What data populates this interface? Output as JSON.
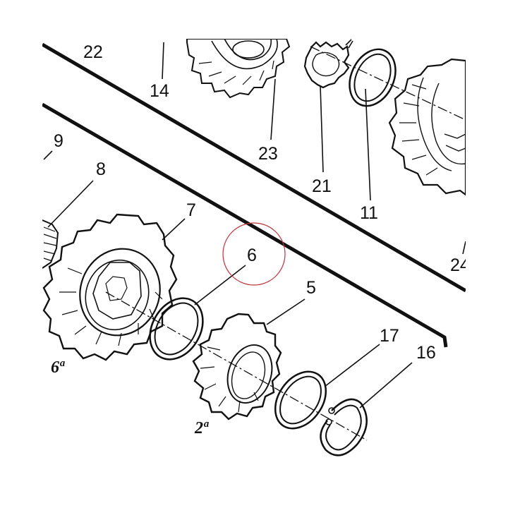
{
  "callouts": [
    {
      "id": "22",
      "label": "22"
    },
    {
      "id": "14",
      "label": "14"
    },
    {
      "id": "23",
      "label": "23"
    },
    {
      "id": "21",
      "label": "21"
    },
    {
      "id": "11",
      "label": "11"
    },
    {
      "id": "24",
      "label": "24"
    },
    {
      "id": "9",
      "label": "9"
    },
    {
      "id": "8",
      "label": "8"
    },
    {
      "id": "7",
      "label": "7"
    },
    {
      "id": "6",
      "label": "6"
    },
    {
      "id": "5",
      "label": "5"
    },
    {
      "id": "17",
      "label": "17"
    },
    {
      "id": "16",
      "label": "16"
    }
  ],
  "gear_labels": {
    "sixth": "6ª",
    "second": "2ª"
  },
  "highlight_color": "#c0303a",
  "line_color": "#111111"
}
